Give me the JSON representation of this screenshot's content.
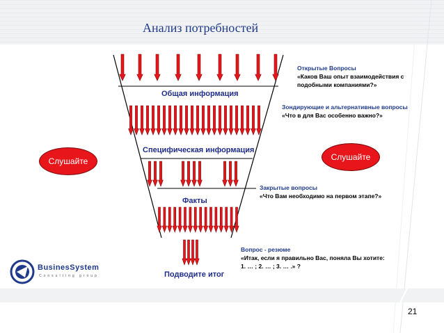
{
  "title": "Анализ потребностей",
  "stages": [
    {
      "label": "Общая информация"
    },
    {
      "label": "Специфическая информация"
    },
    {
      "label": "Факты"
    },
    {
      "label": "Подводите итог"
    }
  ],
  "questions": [
    {
      "type": "Открытые Вопросы",
      "text1": "«Каков Ваш опыт взаимодействия с",
      "text2": "подобными компаниями?»"
    },
    {
      "type": "Зондирующие и альтернативные вопросы",
      "text1": "«Что в для Вас особенно важно?»"
    },
    {
      "type": "Закрытые вопросы",
      "text1": "«Что Вам необходимо на первом этапе?»"
    },
    {
      "type": "Вопрос - резюме",
      "text1": "«Итак, если я правильно Вас, поняла Вы хотите:",
      "text2": "1. … ; 2. … ; 3. … .» ?"
    }
  ],
  "listen_left": "Слушайте",
  "listen_right": "Слушайте",
  "logo": {
    "brand": "BusinesSystem",
    "tagline": "Consulting group"
  },
  "page_number": "21",
  "colors": {
    "arrow": "#e8151b",
    "arrow_outline": "#7a0a0a",
    "title": "#1f3a8c",
    "listen_fill": "#e8151b"
  }
}
